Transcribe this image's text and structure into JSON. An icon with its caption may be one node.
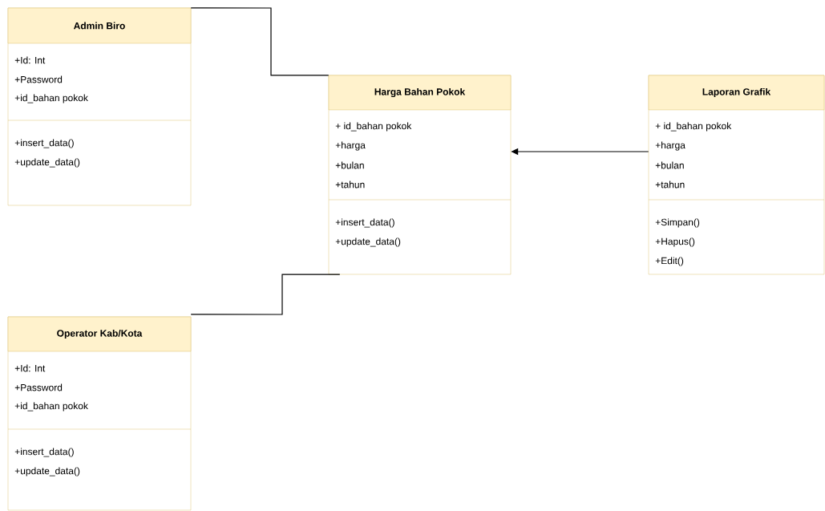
{
  "diagram": {
    "nodes": [
      {
        "text": [
          "Admin Biro",
          "+Id: Int",
          "+Password",
          "+id_bahan pokok",
          "+insert_data()",
          "+update_data()"
        ]
      },
      {
        "text": [
          "Harga Bahan Pokok",
          "+ id_bahan pokok",
          "+harga",
          "+bulan",
          "+tahun",
          "+insert_data()",
          "+update_data()"
        ]
      },
      {
        "text": [
          "Laporan Grafik",
          "+ id_bahan pokok",
          "+harga",
          "+bulan",
          "+tahun",
          "+Simpan()",
          "+Hapus()",
          "+Edit()"
        ]
      },
      {
        "text": [
          "Operator Kab/Kota",
          "+Id: Int",
          "+Password",
          "+id_bahan pokok",
          "+insert_data()",
          "+update_data()"
        ]
      }
    ],
    "edges": [
      {
        "from": 0,
        "to": 1,
        "arrow": "none"
      },
      {
        "from": 3,
        "to": 1,
        "arrow": "none"
      },
      {
        "from": 2,
        "to": 1,
        "arrow": "to"
      }
    ]
  }
}
